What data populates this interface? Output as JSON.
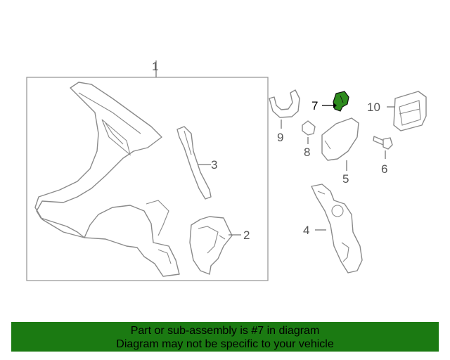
{
  "diagram": {
    "callouts": [
      "1",
      "2",
      "3",
      "4",
      "5",
      "6",
      "7",
      "8",
      "9",
      "10"
    ],
    "highlight_color": "#2e8b1e",
    "part_stroke_color": "#8a8a8a"
  },
  "banner": {
    "line1": "Part or sub-assembly is #7 in diagram",
    "line2": "Diagram may not be specific to your vehicle",
    "background": "#1b7a12"
  }
}
